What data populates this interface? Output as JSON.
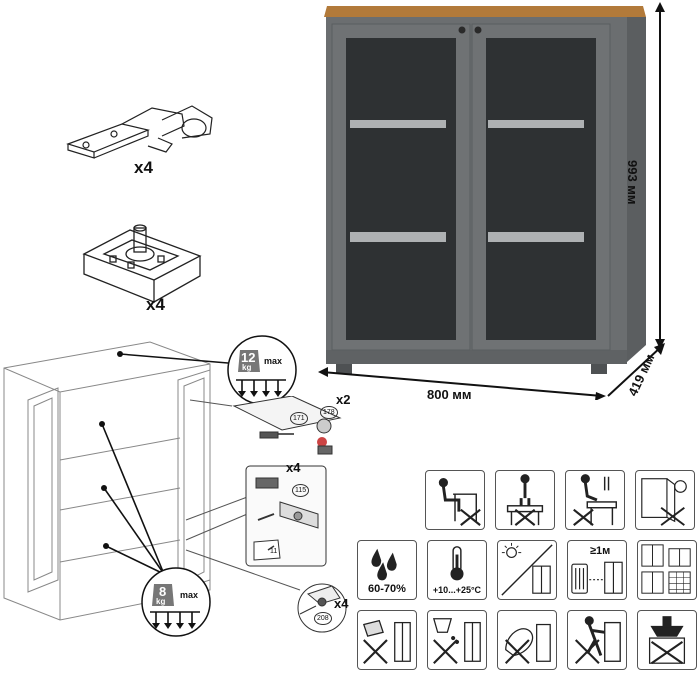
{
  "product": {
    "dimensions": {
      "height": "993 мм",
      "width": "800 мм",
      "depth": "419 мм"
    },
    "colors": {
      "body": "#6b6e70",
      "top": "#b27a3a",
      "glass": "#2e3133",
      "shelf": "#aeb1b3",
      "knob": "#2a2a2a"
    }
  },
  "hardware": [
    {
      "icon": "hinge-icon",
      "quantity": "x4"
    },
    {
      "icon": "adjustable-foot-icon",
      "quantity": "x4"
    }
  ],
  "load_limits": {
    "top": {
      "value": "12",
      "unit": "kg",
      "qualifier": "max"
    },
    "shelf": {
      "value": "8",
      "unit": "kg",
      "qualifier": "max"
    }
  },
  "assembly": {
    "hinge_step": {
      "repeat": "x2",
      "parts": [
        "171",
        "178"
      ]
    },
    "adjust_step": {
      "repeat": "x4",
      "parts": [
        "115",
        "11"
      ]
    },
    "foot_step": {
      "repeat": "x4",
      "parts": [
        "208"
      ]
    }
  },
  "care_icons": {
    "humidity": "60-70%",
    "temperature": "+10...+25°C",
    "distance": "≥1м",
    "items": [
      "no-sitting-icon",
      "no-standing-icon",
      "no-climbing-icon",
      "wall-mount-icon",
      "humidity-icon",
      "temperature-icon",
      "no-sunlight-icon",
      "heater-distance-icon",
      "room-layout-icon",
      "no-wet-cleaning-icon",
      "no-spill-icon",
      "no-abrasive-icon",
      "no-pushing-icon",
      "no-heavy-load-icon"
    ]
  }
}
